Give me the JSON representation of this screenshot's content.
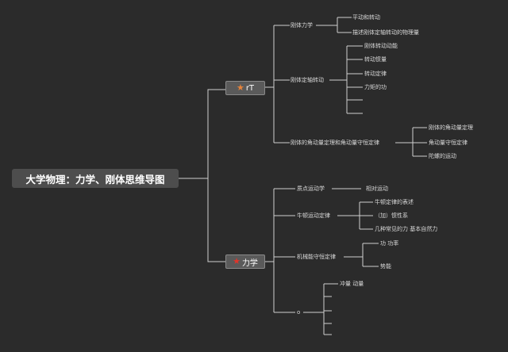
{
  "colors": {
    "background": "#2b2b2b",
    "line": "#cfcfcf",
    "root_fill": "#4d4d4d",
    "topic_fill": "#5a5a5a",
    "star_orange": "#e8843a",
    "star_red": "#e0352b"
  },
  "root": {
    "title": "大学物理：力学、刚体思维导图"
  },
  "top_branch": {
    "label": "rT",
    "icon": "orange-star-icon",
    "children": [
      {
        "label": "刚体力学",
        "children": [
          "平动和转动",
          "描述刚体定轴转动的物理量"
        ]
      },
      {
        "label": "刚体定轴转动",
        "children": [
          "刚体转动动能",
          "转动惯量",
          "转动定律",
          "力矩的功",
          "",
          ""
        ]
      },
      {
        "label": "刚体的角动量定理和角动量守恒定律",
        "children": [
          "刚体的角动量定理",
          "角动量守恒定律",
          "陀螺的运动"
        ]
      }
    ]
  },
  "bottom_branch": {
    "label": "力学",
    "icon": "red-star-icon",
    "children": [
      {
        "label": "质点运动学",
        "children": [
          "相对运动"
        ]
      },
      {
        "label": "牛顿运动定律",
        "children": [
          "牛顿定律的表述",
          "（加）惯性系",
          "几种常见的力 基本自然力"
        ]
      },
      {
        "label": "机械能守恒定律",
        "children": [
          "功 功率",
          "势能"
        ]
      },
      {
        "label": "o",
        "children": [
          "冲量 动量",
          "",
          "",
          "",
          ""
        ]
      }
    ]
  }
}
